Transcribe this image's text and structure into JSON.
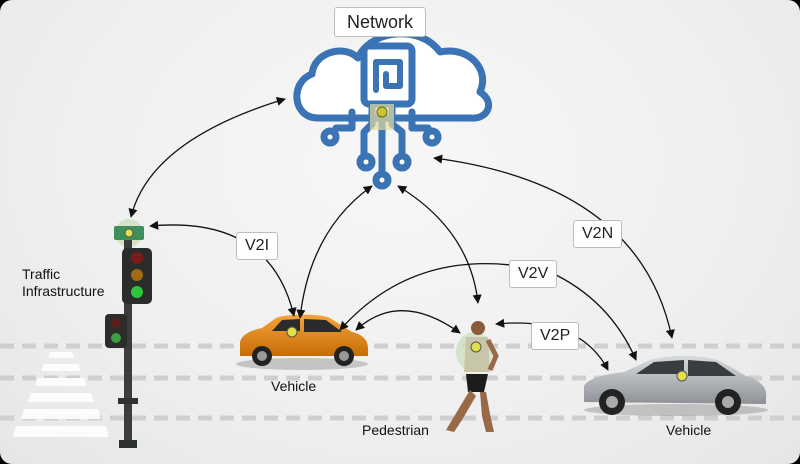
{
  "nodes": {
    "network": "Network",
    "traffic_infrastructure": "Traffic Infrastructure",
    "vehicle_left": "Vehicle",
    "pedestrian": "Pedestrian",
    "vehicle_right": "Vehicle"
  },
  "links": {
    "v2i": "V2I",
    "v2v": "V2V",
    "v2n": "V2N",
    "v2p": "V2P"
  },
  "colors": {
    "cloud_blue": "#3a74b4",
    "orange_car": "#e8870f",
    "silver_car": "#b8bcc0",
    "road_dash": "#cfcfcf",
    "arrow": "#111111"
  }
}
